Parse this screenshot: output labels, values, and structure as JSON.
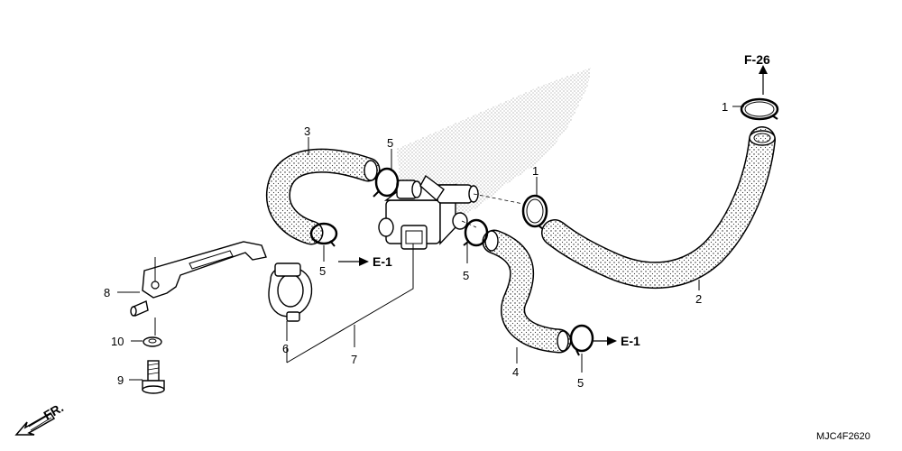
{
  "callouts": [
    "1",
    "1",
    "2",
    "3",
    "4",
    "5",
    "5",
    "5",
    "5",
    "6",
    "7",
    "8",
    "9",
    "10"
  ],
  "references": {
    "f26": "F-26",
    "e1_upper": "E-1",
    "e1_lower": "E-1"
  },
  "front_indicator": "FR.",
  "drawing_code": "MJC4F2620"
}
